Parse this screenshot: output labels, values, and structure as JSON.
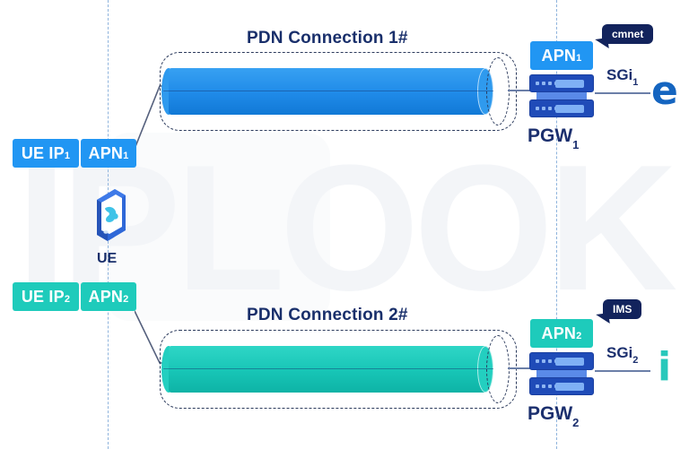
{
  "diagram": {
    "watermark": "IPLOOK",
    "title_top": "PDN Connection 1#",
    "title_bottom": "PDN Connection 2#"
  },
  "colors": {
    "blue": "#2196f3",
    "teal": "#1ecbbb",
    "navy": "#12235c",
    "tube_blue": "#1f8ae8",
    "tube_teal": "#17c5b6",
    "server_blue": "#1f4bb8",
    "dashed_guide": "#8fb4dd",
    "watermark_gray": "#f3f5f8",
    "edge_e": "#1565c0",
    "info_i": "#28c8bb"
  },
  "left": {
    "ue_ip_1": "UE IP",
    "ue_ip_1_sub": "1",
    "apn_1": "APN",
    "apn_1_sub": "1",
    "ue_ip_2": "UE IP",
    "ue_ip_2_sub": "2",
    "apn_2": "APN",
    "apn_2_sub": "2",
    "ue_label": "UE",
    "ue_icon": "smartphone-icon"
  },
  "right": {
    "apn_1": "APN",
    "apn_1_sub": "1",
    "apn_2": "APN",
    "apn_2_sub": "2",
    "pgw_1": "PGW",
    "pgw_1_sub": "1",
    "pgw_2": "PGW",
    "pgw_2_sub": "2",
    "callout_1": "cmnet",
    "callout_2": "IMS",
    "sgi_1": "SGi",
    "sgi_1_sub": "1",
    "sgi_2": "SGi",
    "sgi_2_sub": "2",
    "net_icon_1": "internet-e-icon",
    "net_icon_2": "information-i-icon",
    "server_icon": "server-rack-icon"
  }
}
